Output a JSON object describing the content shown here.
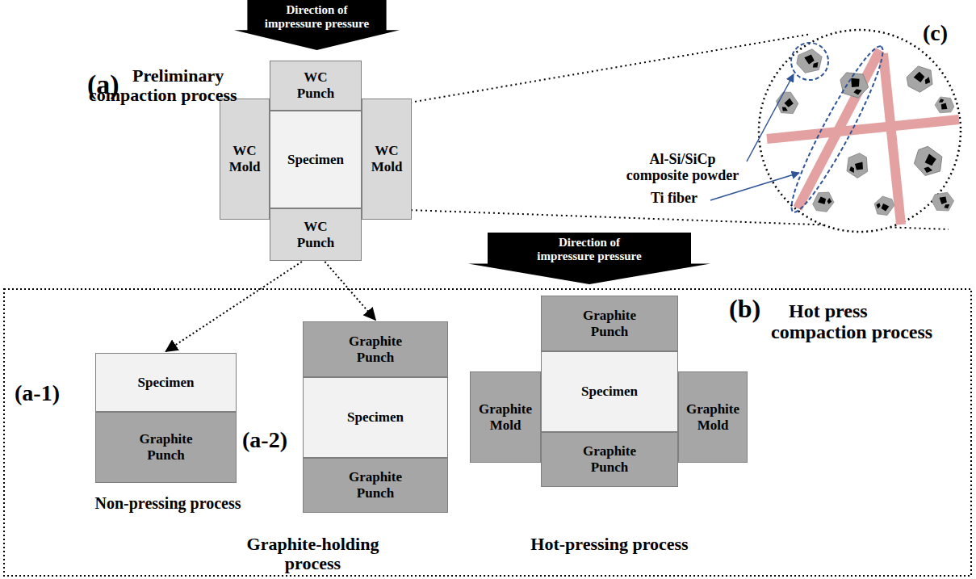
{
  "diagram": {
    "nodes": [
      {
        "text": [
          "Direction of impressure pressure"
        ]
      },
      {
        "text": [
          "WC Punch"
        ]
      },
      {
        "text": [
          "WC Mold"
        ]
      },
      {
        "text": [
          "Specimen"
        ]
      },
      {
        "text": [
          "WC Mold"
        ]
      },
      {
        "text": [
          "WC Punch"
        ]
      },
      {
        "text": [
          "Direction of impressure pressure"
        ]
      },
      {
        "text": [
          "Specimen"
        ]
      },
      {
        "text": [
          "Graphite Punch"
        ]
      },
      {
        "text": [
          "Graphite Punch"
        ]
      },
      {
        "text": [
          "Specimen"
        ]
      },
      {
        "text": [
          "Graphite Punch"
        ]
      },
      {
        "text": [
          "Graphite Punch"
        ]
      },
      {
        "text": [
          "Graphite Mold"
        ]
      },
      {
        "text": [
          "Specimen"
        ]
      },
      {
        "text": [
          "Graphite Mold"
        ]
      },
      {
        "text": [
          "Graphite Punch"
        ]
      }
    ],
    "edges": [
      {
        "from": 5,
        "to": 7,
        "arrow": "to"
      },
      {
        "from": 5,
        "to": 9,
        "arrow": "to"
      }
    ],
    "labels": [
      "(a)",
      "Preliminary compaction process",
      "(c)",
      "Al-Si/SiCp composite powder",
      "Ti fiber",
      "(a-1)",
      "Non-pressing process",
      "(a-2)",
      "Graphite-holding process",
      "Hot-pressing process",
      "(b)",
      "Hot press compaction process"
    ]
  }
}
